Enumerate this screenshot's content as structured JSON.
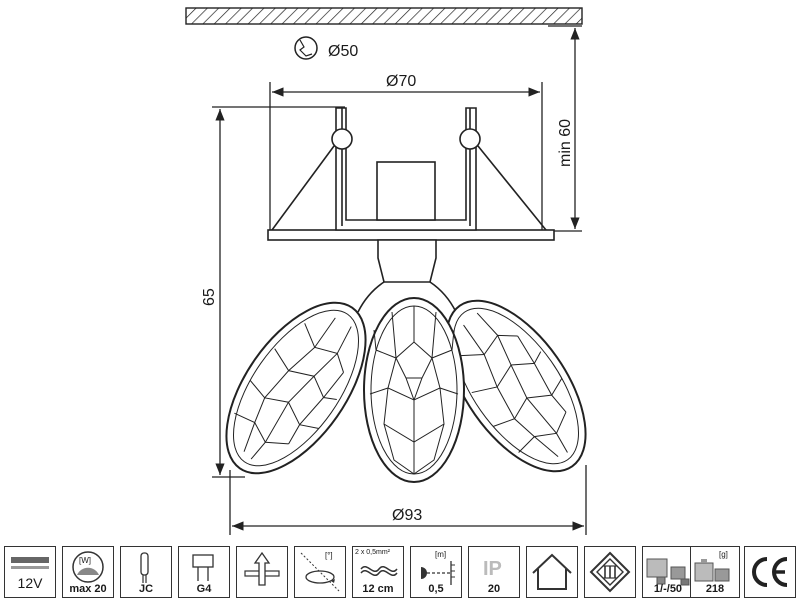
{
  "dimensions": {
    "cutout": "Ø50",
    "flange": "Ø70",
    "depth": "min 60",
    "height": "65",
    "width": "Ø93"
  },
  "specs": [
    {
      "icon": "voltage-icon",
      "value": "12V"
    },
    {
      "icon": "power-icon",
      "value": "max 20",
      "unit": "[W]"
    },
    {
      "icon": "bulb-jc-icon",
      "value": "JC"
    },
    {
      "icon": "socket-g4-icon",
      "value": "G4"
    },
    {
      "icon": "mounting-icon",
      "value": ""
    },
    {
      "icon": "rotation-icon",
      "value": "",
      "unit": "[°]"
    },
    {
      "icon": "cable-icon",
      "value": "12 cm",
      "unit": "2 x 0,5mm²"
    },
    {
      "icon": "distance-icon",
      "value": "0,5",
      "unit": "[m]"
    },
    {
      "icon": "ip-rating-icon",
      "value": "20"
    },
    {
      "icon": "indoor-icon",
      "value": ""
    },
    {
      "icon": "protection-class-iii-icon",
      "value": ""
    },
    {
      "icon": "packaging-icon",
      "value": "1/-/50"
    },
    {
      "icon": "weight-icon",
      "value": "218",
      "unit": "[g]"
    },
    {
      "icon": "ce-mark-icon",
      "value": ""
    }
  ]
}
